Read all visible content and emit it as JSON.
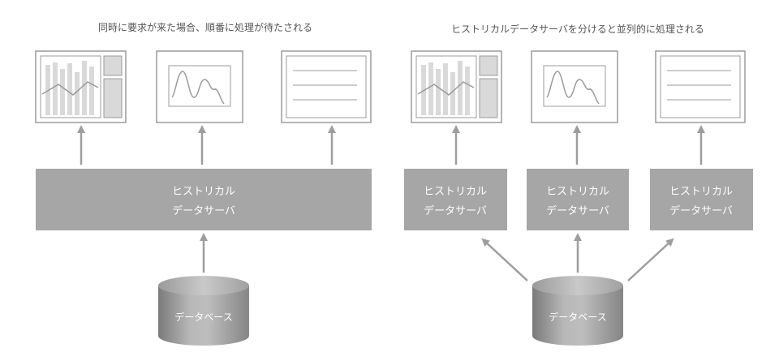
{
  "left_panel": {
    "caption": "同時に要求が来た場合、順番に処理が待たされる",
    "server": {
      "line1": "ヒストリカル",
      "line2": "データサーバ"
    },
    "database": {
      "label": "データベース"
    }
  },
  "right_panel": {
    "caption": "ヒストリカルデータサーバを分けると並列的に処理される",
    "servers": [
      {
        "line1": "ヒストリカル",
        "line2": "データサーバ"
      },
      {
        "line1": "ヒストリカル",
        "line2": "データサーバ"
      },
      {
        "line1": "ヒストリカル",
        "line2": "データサーバ"
      }
    ],
    "database": {
      "label": "データベース"
    }
  },
  "colors": {
    "server_fill": "#a6a6a6",
    "arrow": "#9e9e9e",
    "frame_border": "#9b9b9b",
    "bar_fill": "#d9d9d9"
  }
}
